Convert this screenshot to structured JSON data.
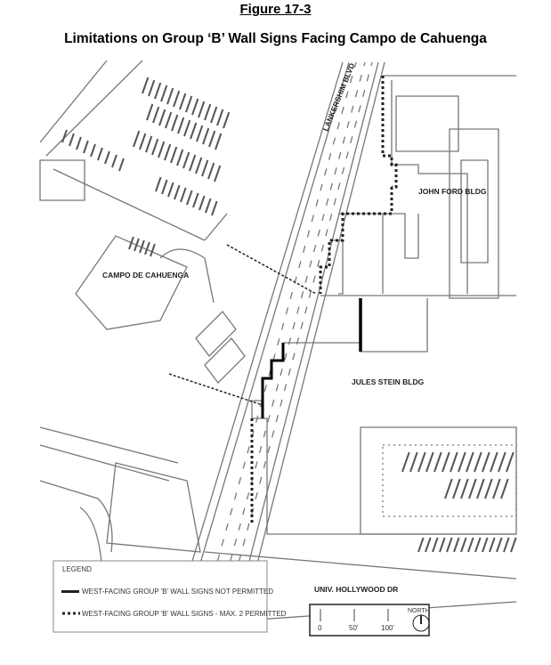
{
  "figure_number": "Figure 17-3",
  "title": "Limitations on Group ‘B’ Wall Signs Facing Campo de Cahuenga",
  "map_labels": {
    "lankershim": "LANKERSHIM BLVD",
    "john_ford": "JOHN FORD BLDG",
    "campo": "CAMPO DE CAHUENGA",
    "jules_stein": "JULES STEIN BLDG",
    "univ_hollywood": "UNIV. HOLLYWOOD DR"
  },
  "legend": {
    "title": "LEGEND",
    "items": [
      {
        "style": "solid",
        "label": "WEST-FACING GROUP 'B' WALL SIGNS NOT PERMITTED"
      },
      {
        "style": "dotted",
        "label": "WEST-FACING GROUP 'B' WALL SIGNS - MAX. 2 PERMITTED"
      }
    ]
  },
  "scale": {
    "ticks": [
      "0",
      "50'",
      "100'"
    ],
    "north": "NORTH"
  }
}
